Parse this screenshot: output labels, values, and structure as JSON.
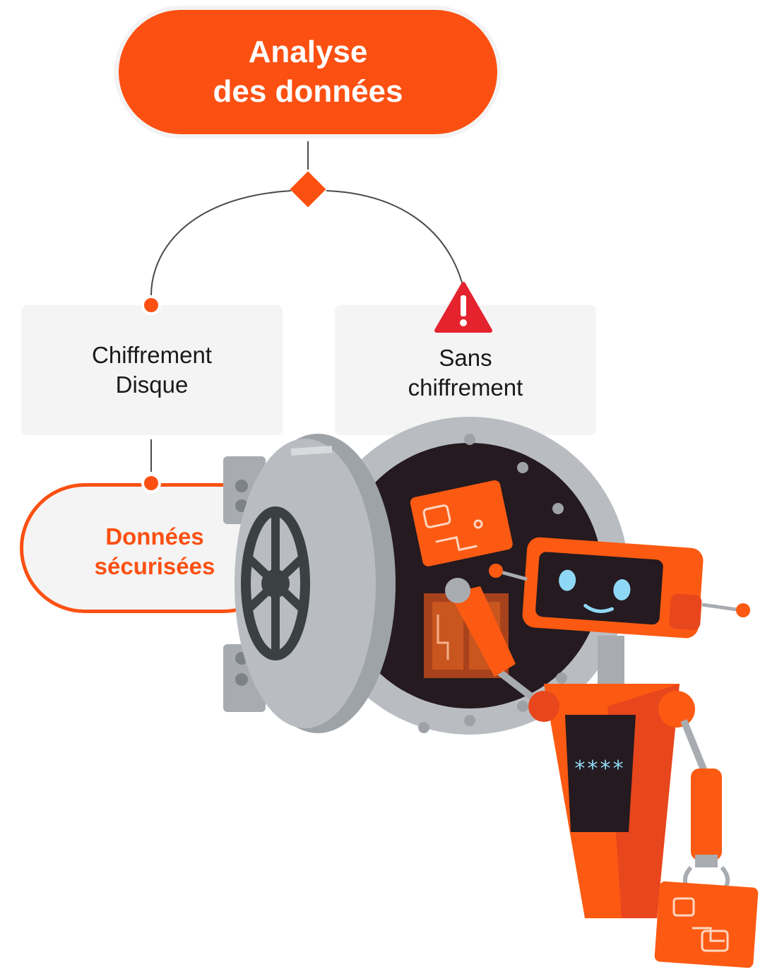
{
  "diagram": {
    "title": "Analyse\ndes données",
    "branch_left": "Chiffrement\nDisque",
    "branch_right": "Sans\nchiffrement",
    "result_left": "Données\nsécurisées",
    "robot_screen": "****"
  },
  "colors": {
    "accent": "#fc5012",
    "warning": "#e4232e",
    "box_bg": "#f4f4f4",
    "line": "#4a4a4a",
    "vault_steel": "#b9bdc2",
    "robot_dark": "#241a1f"
  },
  "icons": [
    "warning-triangle-icon",
    "decision-diamond-icon",
    "vault-wheel-icon",
    "robot-icon"
  ]
}
